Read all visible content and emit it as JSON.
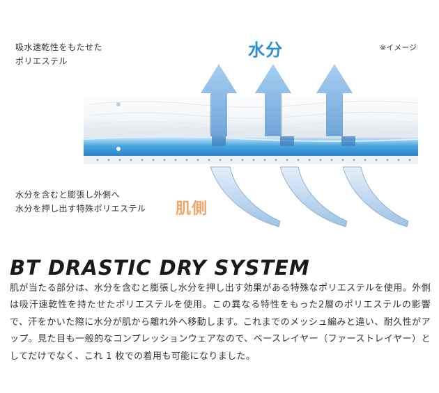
{
  "labels": {
    "outer_layer": [
      "吸水速乾性をもたせた",
      "ポリエステル"
    ],
    "inner_layer": [
      "水分を含むと膨張し外側へ",
      "水分を押し出す特殊ポリエステル"
    ],
    "note": "※イメージ",
    "moisture": "水分",
    "skin": "肌側"
  },
  "colors": {
    "arrow": "#8ebde8",
    "inner_layer": "#4aa6e0",
    "moisture_text": "#2a8fd0",
    "skin_text": "#f3a468"
  },
  "content": {
    "title": "BT DRASTIC DRY SYSTEM",
    "body": "肌が当たる部分は、水分を含むと膨張し水分を押し出す効果がある特殊なポリエステルを使用。外側は吸汗速乾性を持たせたポリエステルを使用。この異なる特性をもった2層のポリエステルの影響で、汗をかいた際に水分が肌から離れ外へ移動します。これまでのメッシュ編みと違い、耐久性がアップ。見た目も一般的なコンプレッションウェアなので、ベースレイヤー（ファーストレイヤー）としてだけでなく、これ 1 枚での着用も可能になりました。"
  }
}
